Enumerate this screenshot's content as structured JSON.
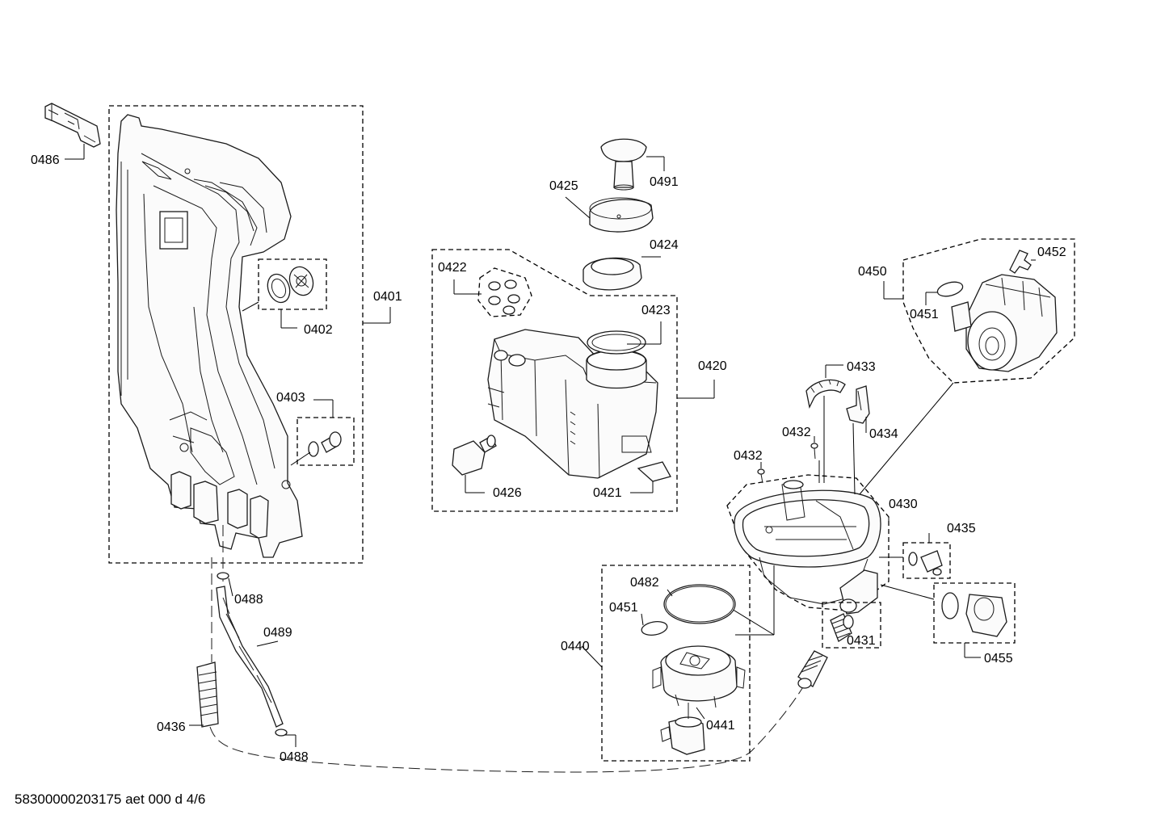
{
  "diagram": {
    "labels": {
      "p0401": "0401",
      "p0402": "0402",
      "p0403": "0403",
      "p0486": "0486",
      "p0488a": "0488",
      "p0488b": "0488",
      "p0489": "0489",
      "p0436": "0436",
      "p0491": "0491",
      "p0425": "0425",
      "p0424": "0424",
      "p0422": "0422",
      "p0423": "0423",
      "p0420": "0420",
      "p0426": "0426",
      "p0421": "0421",
      "p0450": "0450",
      "p0452": "0452",
      "p0451a": "0451",
      "p0433": "0433",
      "p0432a": "0432",
      "p0434": "0434",
      "p0432b": "0432",
      "p0430": "0430",
      "p0435": "0435",
      "p0482": "0482",
      "p0451b": "0451",
      "p0440": "0440",
      "p0431": "0431",
      "p0455": "0455",
      "p0441": "0441"
    },
    "footer": "58300000203175 aet 000 d 4/6"
  }
}
